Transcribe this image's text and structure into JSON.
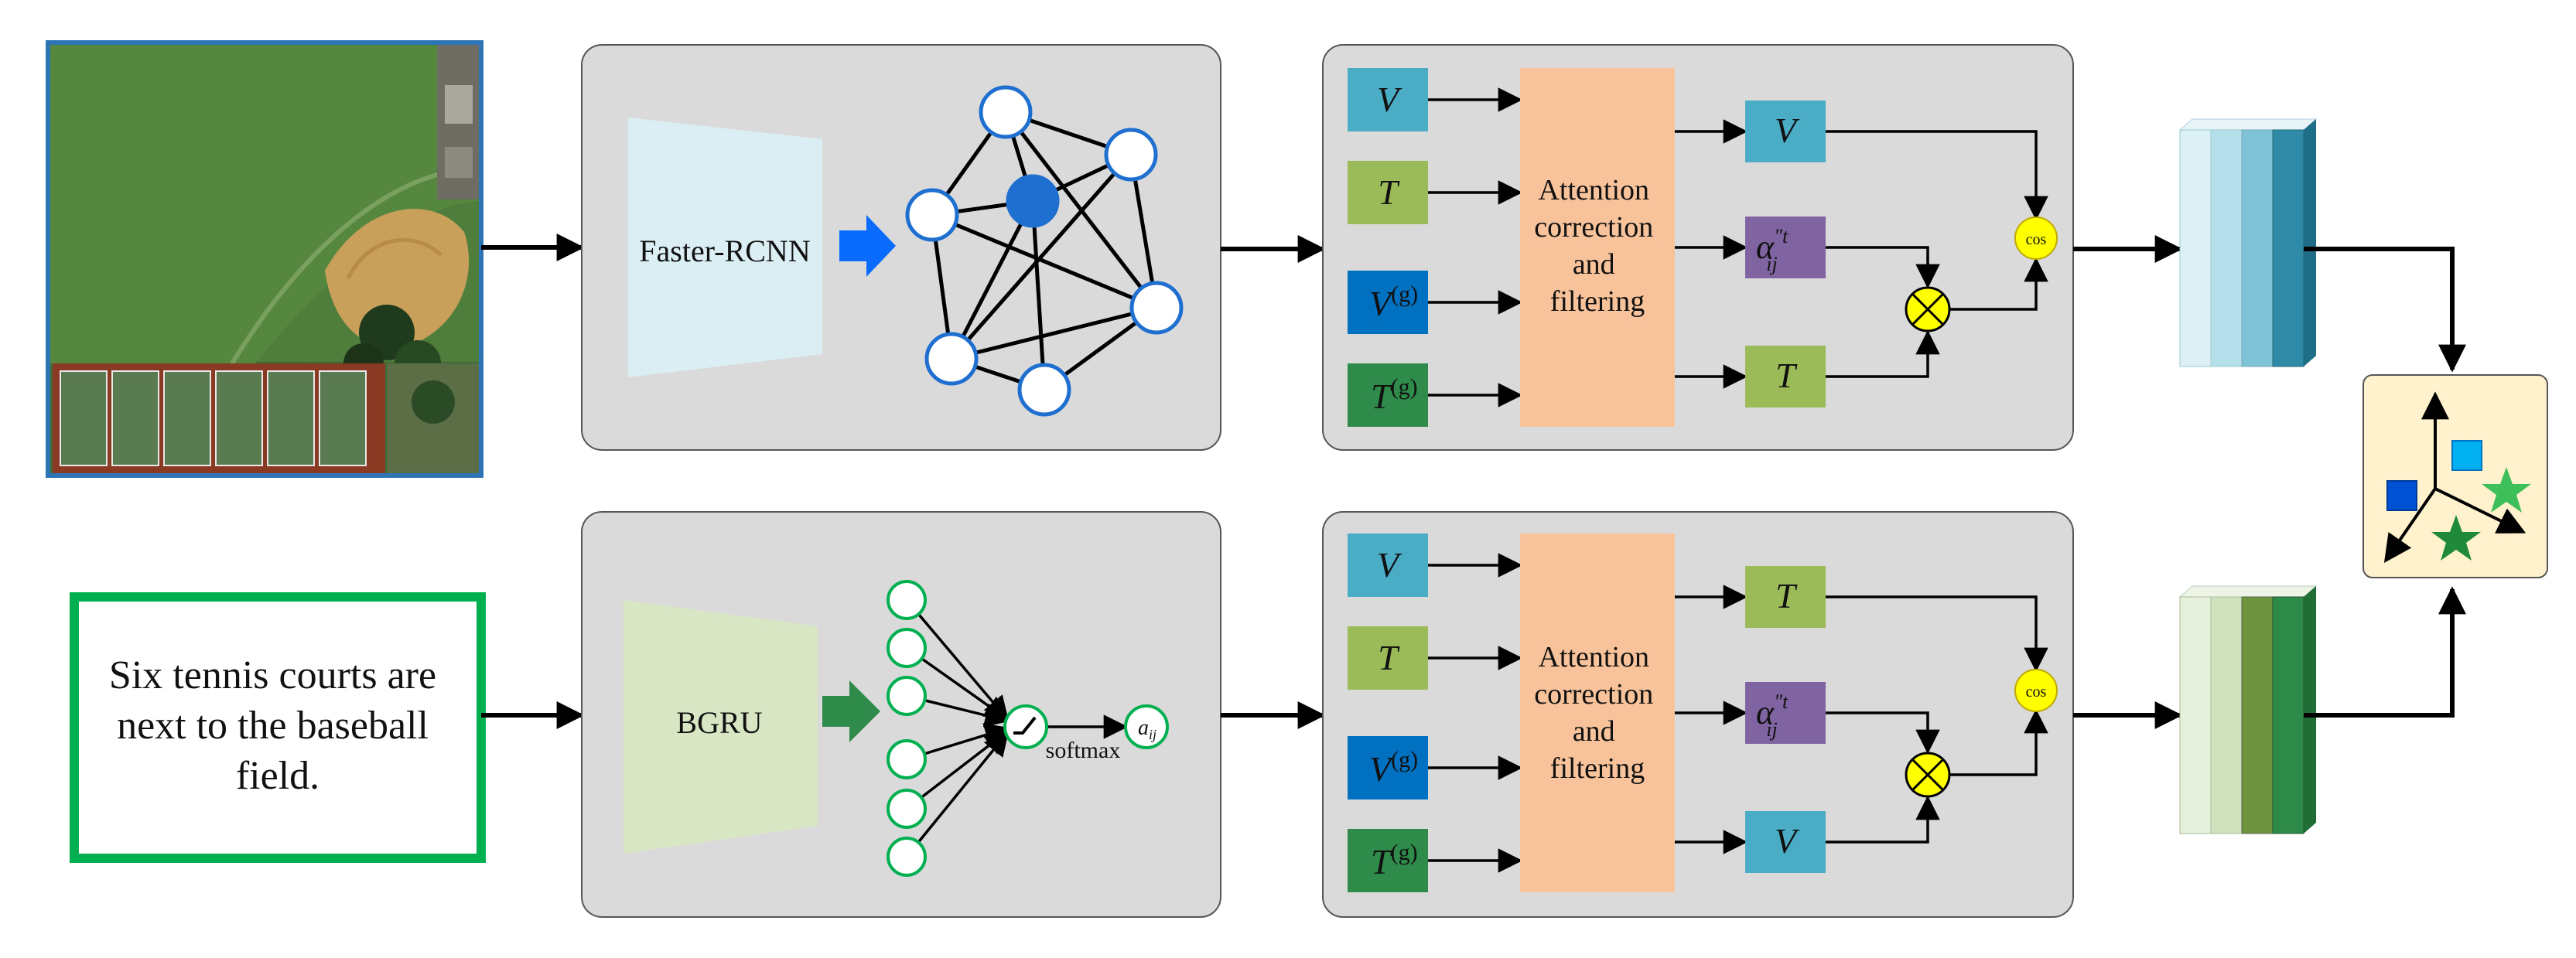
{
  "colors": {
    "panel_fill": "#dadada",
    "v_blue": "#4bacc6",
    "t_green": "#9bbb59",
    "vg_blue": "#0070c0",
    "tg_green": "#2e8b4a",
    "alpha_purple": "#8064a2",
    "attention_orange": "#f8c39a",
    "cos_yellow": "#ffff00",
    "graph_blue": "#1f6fd0",
    "text_box_green": "#00b050",
    "image_border": "#2e75b6"
  },
  "image_branch": {
    "image_icon": "aerial-baseball-tennis-image",
    "extractor_label": "Faster-RCNN"
  },
  "text_branch": {
    "caption": [
      "Six tennis courts are",
      "next to the baseball",
      "field."
    ],
    "extractor_label": "BGRU",
    "softmax_label": "softmax",
    "weight_symbol": "a",
    "weight_sub": "ij"
  },
  "fusion_top": {
    "inputs": [
      {
        "sym": "V",
        "sup": ""
      },
      {
        "sym": "T",
        "sup": ""
      },
      {
        "sym": "V",
        "sup": "(g)"
      },
      {
        "sym": "T",
        "sup": "(g)"
      }
    ],
    "attention_lines": [
      "Attention",
      "correction",
      "and",
      "filtering"
    ],
    "out_first": "V",
    "alpha_sym": "α",
    "alpha_sup": "\"t",
    "alpha_sub": "ij",
    "out_last": "T",
    "cos_label": "cos"
  },
  "fusion_bottom": {
    "inputs": [
      {
        "sym": "V",
        "sup": ""
      },
      {
        "sym": "T",
        "sup": ""
      },
      {
        "sym": "V",
        "sup": "(g)"
      },
      {
        "sym": "T",
        "sup": "(g)"
      }
    ],
    "attention_lines": [
      "Attention",
      "correction",
      "and",
      "filtering"
    ],
    "out_first": "T",
    "alpha_sym": "α",
    "alpha_sup": "\"t",
    "alpha_sub": "ij",
    "out_last": "V",
    "cos_label": "cos"
  },
  "embedding_space": {
    "icon": "embedding-space-icon"
  }
}
